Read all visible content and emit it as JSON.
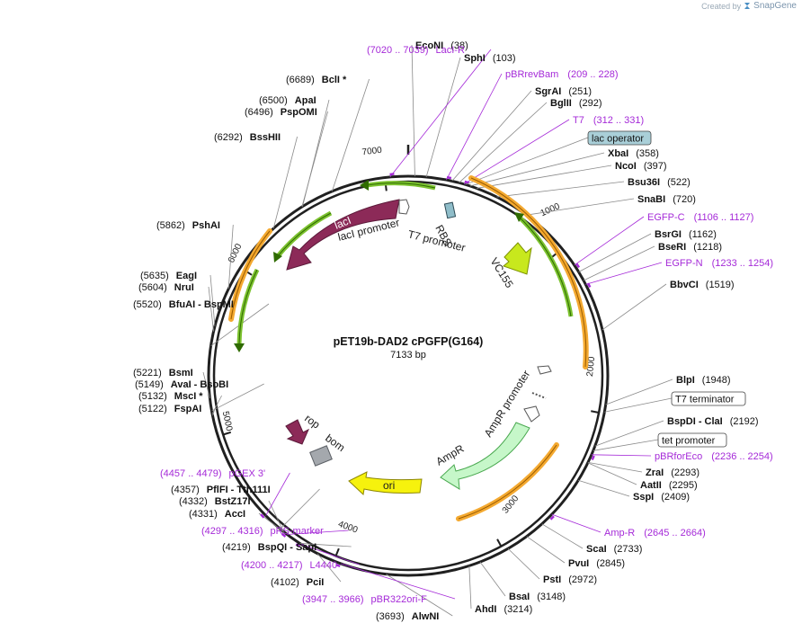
{
  "credit": {
    "prefix": "Created by",
    "brand": "SnapGene",
    "logo": "snapgene-logo-icon"
  },
  "plasmid": {
    "name": "pET19b-DAD2 cPGFP(G164)",
    "length_label": "7133 bp",
    "length": 7133
  },
  "colors": {
    "backbone": "#202020",
    "primer": "#a52ad8",
    "orange_feature": "#f4a930",
    "green_feature": "#7cc22f",
    "laci": "#8c2a58",
    "vc155": "#c8e81d",
    "ampr": "#c6f7c9",
    "ori": "#f6f20d",
    "rop": "#8c2a58",
    "bom": "#a4a8ad",
    "lac_operator_fill": "#a9cfd8"
  },
  "ticks": [
    "1000",
    "2000",
    "3000",
    "4000",
    "5000",
    "6000",
    "7000"
  ],
  "sites": [
    {
      "id": "econi",
      "name": "EcoNI",
      "pos": "(38)",
      "bp": 38,
      "name_first": true
    },
    {
      "id": "sphi",
      "name": "SphI",
      "pos": "(103)",
      "bp": 103,
      "name_first": true
    },
    {
      "id": "sgrai",
      "name": "SgrAI",
      "pos": "(251)",
      "bp": 251,
      "name_first": true
    },
    {
      "id": "bglii",
      "name": "BglII",
      "pos": "(292)",
      "bp": 292,
      "name_first": true
    },
    {
      "id": "xbai",
      "name": "XbaI",
      "pos": "(358)",
      "bp": 358,
      "name_first": true
    },
    {
      "id": "ncoi",
      "name": "NcoI",
      "pos": "(397)",
      "bp": 397,
      "name_first": true
    },
    {
      "id": "bsu36i",
      "name": "Bsu36I",
      "pos": "(522)",
      "bp": 522,
      "name_first": true
    },
    {
      "id": "snabi",
      "name": "SnaBI",
      "pos": "(720)",
      "bp": 720,
      "name_first": true
    },
    {
      "id": "bsrgi",
      "name": "BsrGI",
      "pos": "(1162)",
      "bp": 1162,
      "name_first": true
    },
    {
      "id": "bseri",
      "name": "BseRI",
      "pos": "(1218)",
      "bp": 1218,
      "name_first": true
    },
    {
      "id": "bbvci",
      "name": "BbvCI",
      "pos": "(1519)",
      "bp": 1519,
      "name_first": true
    },
    {
      "id": "blpi",
      "name": "BlpI",
      "pos": "(1948)",
      "bp": 1948,
      "name_first": true
    },
    {
      "id": "bspdi",
      "name": "BspDI  - ClaI",
      "pos": "(2192)",
      "bp": 2192,
      "name_first": true
    },
    {
      "id": "zrai",
      "name": "ZraI",
      "pos": "(2293)",
      "bp": 2293,
      "name_first": true
    },
    {
      "id": "aatii",
      "name": "AatII",
      "pos": "(2295)",
      "bp": 2295,
      "name_first": true
    },
    {
      "id": "sspi",
      "name": "SspI",
      "pos": "(2409)",
      "bp": 2409,
      "name_first": true
    },
    {
      "id": "scai",
      "name": "ScaI",
      "pos": "(2733)",
      "bp": 2733,
      "name_first": true
    },
    {
      "id": "pvui",
      "name": "PvuI",
      "pos": "(2845)",
      "bp": 2845,
      "name_first": true
    },
    {
      "id": "psti",
      "name": "PstI",
      "pos": "(2972)",
      "bp": 2972,
      "name_first": true
    },
    {
      "id": "bsai",
      "name": "BsaI",
      "pos": "(3148)",
      "bp": 3148,
      "name_first": true
    },
    {
      "id": "ahdi",
      "name": "AhdI",
      "pos": "(3214)",
      "bp": 3214,
      "name_first": true
    },
    {
      "id": "alwni",
      "name": "AlwNI",
      "pos": "(3693)",
      "bp": 3693,
      "name_first": false
    },
    {
      "id": "pcii",
      "name": "PciI",
      "pos": "(4102)",
      "bp": 4102,
      "name_first": false
    },
    {
      "id": "bspqi",
      "name": "BspQI  - SapI",
      "pos": "(4219)",
      "bp": 4219,
      "name_first": false
    },
    {
      "id": "acci",
      "name": "AccI",
      "pos": "(4331)",
      "bp": 4331,
      "name_first": false
    },
    {
      "id": "bstz17i",
      "name": "BstZ17I",
      "pos": "(4332)",
      "bp": 4332,
      "name_first": false
    },
    {
      "id": "pflfi",
      "name": "PflFI  - Tth111I",
      "pos": "(4357)",
      "bp": 4357,
      "name_first": false
    },
    {
      "id": "fspai",
      "name": "FspAI",
      "pos": "(5122)",
      "bp": 5122,
      "name_first": false
    },
    {
      "id": "msci",
      "name": "MscI *",
      "pos": "(5132)",
      "bp": 5132,
      "name_first": false
    },
    {
      "id": "avai",
      "name": "AvaI  - BsoBI",
      "pos": "(5149)",
      "bp": 5149,
      "name_first": false
    },
    {
      "id": "bsmi",
      "name": "BsmI",
      "pos": "(5221)",
      "bp": 5221,
      "name_first": false
    },
    {
      "id": "bfuai",
      "name": "BfuAI  - BspMI",
      "pos": "(5520)",
      "bp": 5520,
      "name_first": false
    },
    {
      "id": "nrui",
      "name": "NruI",
      "pos": "(5604)",
      "bp": 5604,
      "name_first": false
    },
    {
      "id": "eagi",
      "name": "EagI",
      "pos": "(5635)",
      "bp": 5635,
      "name_first": false
    },
    {
      "id": "pshai",
      "name": "PshAI",
      "pos": "(5862)",
      "bp": 5862,
      "name_first": false
    },
    {
      "id": "bsshii",
      "name": "BssHII",
      "pos": "(6292)",
      "bp": 6292,
      "name_first": false
    },
    {
      "id": "pspomi",
      "name": "PspOMI",
      "pos": "(6496)",
      "bp": 6496,
      "name_first": false
    },
    {
      "id": "apai",
      "name": "ApaI",
      "pos": "(6500)",
      "bp": 6500,
      "name_first": false
    },
    {
      "id": "bcli",
      "name": "BclI *",
      "pos": "(6689)",
      "bp": 6689,
      "name_first": false
    }
  ],
  "primers": [
    {
      "id": "laci-r",
      "name": "LacI-R",
      "range": "(7020 .. 7039)",
      "start": 7020,
      "end": 7039,
      "name_first": false
    },
    {
      "id": "pbrrevbam",
      "name": "pBRrevBam",
      "range": "(209 .. 228)",
      "start": 209,
      "end": 228,
      "name_first": true
    },
    {
      "id": "t7",
      "name": "T7",
      "range": "(312 .. 331)",
      "start": 312,
      "end": 331,
      "name_first": true
    },
    {
      "id": "egfp-c",
      "name": "EGFP-C",
      "range": "(1106 .. 1127)",
      "start": 1106,
      "end": 1127,
      "name_first": true
    },
    {
      "id": "egfp-n",
      "name": "EGFP-N",
      "range": "(1233 .. 1254)",
      "start": 1233,
      "end": 1254,
      "name_first": true
    },
    {
      "id": "pbrforeco",
      "name": "pBRforEco",
      "range": "(2236 .. 2254)",
      "start": 2236,
      "end": 2254,
      "name_first": true
    },
    {
      "id": "amp-r",
      "name": "Amp-R",
      "range": "(2645 .. 2664)",
      "start": 2645,
      "end": 2664,
      "name_first": true
    },
    {
      "id": "pgex3",
      "name": "pGEX 3'",
      "range": "(4457 .. 4479)",
      "start": 4457,
      "end": 4479,
      "name_first": false
    },
    {
      "id": "prs-marker",
      "name": "pRS-marker",
      "range": "(4297 .. 4316)",
      "start": 4297,
      "end": 4316,
      "name_first": false
    },
    {
      "id": "l4440",
      "name": "L4440",
      "range": "(4200 .. 4217)",
      "start": 4200,
      "end": 4217,
      "name_first": false
    },
    {
      "id": "pbr322ori-f",
      "name": "pBR322ori-F",
      "range": "(3947 .. 3966)",
      "start": 3947,
      "end": 3966,
      "name_first": false
    }
  ],
  "boxed_features": [
    {
      "id": "lac-operator",
      "name": "lac operator",
      "bp": 330
    },
    {
      "id": "t7-terminator",
      "name": "T7 terminator",
      "bp": 1990
    },
    {
      "id": "tet-promoter",
      "name": "tet promoter",
      "bp": 2220
    }
  ],
  "features": [
    {
      "id": "laci",
      "name": "lacI"
    },
    {
      "id": "laci-promoter",
      "name": "lacI promoter"
    },
    {
      "id": "t7-promoter",
      "name": "T7 promoter"
    },
    {
      "id": "rbs",
      "name": "RBS"
    },
    {
      "id": "vc155",
      "name": "VC155"
    },
    {
      "id": "ampr-promoter",
      "name": "AmpR promoter"
    },
    {
      "id": "ampr",
      "name": "AmpR"
    },
    {
      "id": "ori",
      "name": "ori"
    },
    {
      "id": "rop",
      "name": "rop"
    },
    {
      "id": "bom",
      "name": "bom"
    }
  ]
}
